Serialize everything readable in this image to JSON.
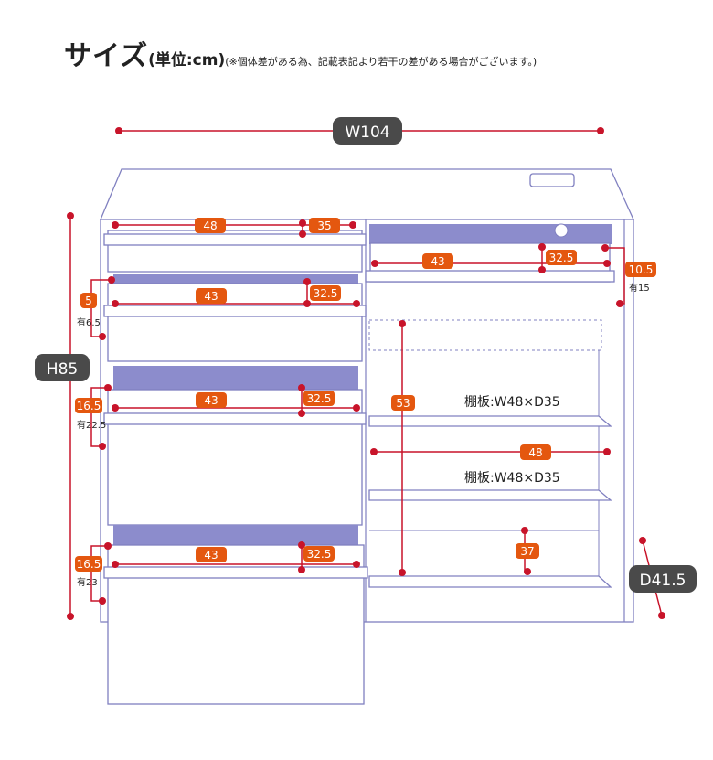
{
  "title": {
    "main": "サイズ",
    "unit": "(単位:cm)",
    "note": "(※個体差がある為、記載表記より若干の差がある場合がございます。)"
  },
  "overall": {
    "width": "W104",
    "height": "H85",
    "depth": "D41.5"
  },
  "left_drawers": {
    "top": {
      "width": "48",
      "depth": "35"
    },
    "second": {
      "width": "43",
      "depth": "32.5",
      "height": "5",
      "usable": "有6.5"
    },
    "third": {
      "width": "43",
      "depth": "32.5",
      "height": "16.5",
      "usable": "有22.5"
    },
    "bottom": {
      "width": "43",
      "depth": "32.5",
      "height": "16.5",
      "usable": "有23"
    }
  },
  "right_section": {
    "drawer": {
      "width": "43",
      "depth": "32.5",
      "height": "10.5",
      "usable": "有15"
    },
    "inner_height": "53",
    "inner_width": "48",
    "shelf_1": "棚板:W48×D35",
    "shelf_2": "棚板:W48×D35",
    "bottom_gap": "37"
  },
  "colors": {
    "dimension": "#c8142a",
    "label": "#e4570f",
    "outline": "#8080c0",
    "dark_label": "#4a4a4a"
  }
}
